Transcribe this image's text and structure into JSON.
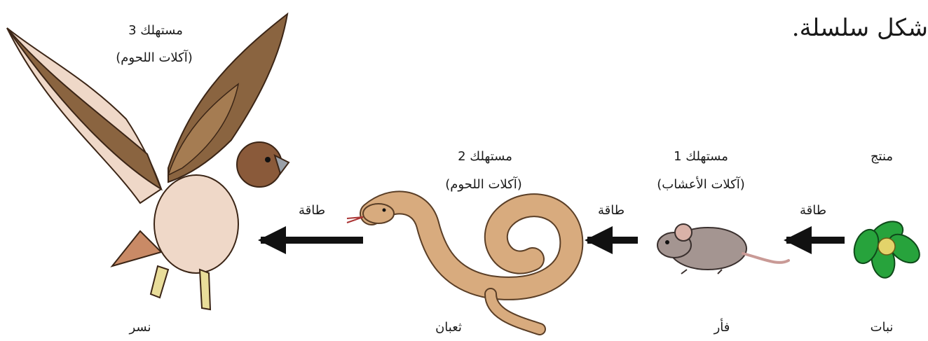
{
  "heading": "ﺷﻜﻞ ﺳﻠﺴﻠﺔ.",
  "organisms": [
    {
      "role": "مستهلك 3",
      "diet": "(آكلات اللحوم)",
      "name": "نسر"
    },
    {
      "role": "مستهلك 2",
      "diet": "(آكلات اللحوم)",
      "name": "ثعبان"
    },
    {
      "role": "مستهلك 1",
      "diet": "(آكلات الأعشاب)",
      "name": "فأر"
    },
    {
      "role": "منتج",
      "diet": "",
      "name": "نبات"
    }
  ],
  "arrows": [
    {
      "label": "طاقة"
    },
    {
      "label": "طاقة"
    },
    {
      "label": "طاقة"
    }
  ],
  "colors": {
    "arrow": "#111111",
    "hawk_wing": "#8a6440",
    "hawk_body": "#efd8c8",
    "snake": "#d8ab7e",
    "mouse": "#a49591",
    "plant_leaf": "#27a33c",
    "plant_flower": "#e3d36a"
  }
}
